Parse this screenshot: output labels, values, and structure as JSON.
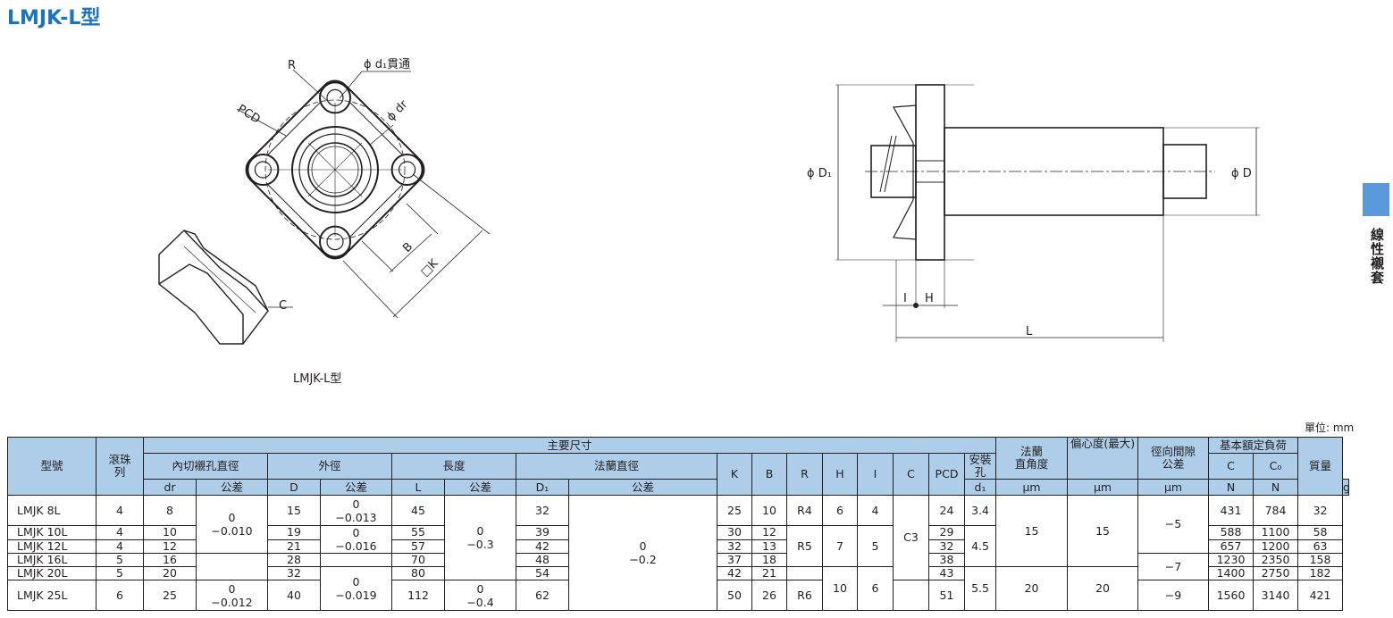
{
  "page": {
    "title": "LMJK-L型",
    "caption": "LMJK-L型",
    "unit": "單位: mm",
    "side_tab": "線性襯套"
  },
  "drawing": {
    "labels": {
      "R": "R",
      "d1": "ϕ d₁貫通",
      "dr": "ϕ dr",
      "pcd": "PCD",
      "B": "B",
      "K": "□K",
      "C": "C",
      "D1": "ϕ D₁",
      "D": "ϕ D",
      "I": "I",
      "H": "H",
      "L": "L"
    }
  },
  "table": {
    "header": {
      "model": "型號",
      "rows_ball": "滾珠列",
      "main_dims": "主要尺寸",
      "flange_perp": "法蘭直角度",
      "eccentric": "偏心度(最大)",
      "radial": "徑向間隙",
      "rated_load": "基本額定負荷",
      "mass": "質量",
      "inscribed": "內切襯孔直徑",
      "outer": "外徑",
      "length": "長度",
      "flange_dia": "法蘭直徑",
      "mount_hole": "安裝孔",
      "tol_sub": "公差",
      "dr": "dr",
      "tol": "公差",
      "D": "D",
      "L": "L",
      "D1": "D₁",
      "K": "K",
      "B": "B",
      "R": "R",
      "H": "H",
      "I": "I",
      "C": "C",
      "PCD": "PCD",
      "d1": "d₁",
      "um1": "μm",
      "um2": "μm",
      "um3": "μm",
      "Cc": "C",
      "C0": "C₀",
      "N1": "N",
      "N2": "N",
      "g": "g"
    },
    "shared": {
      "dr_tol_a_up": "0",
      "dr_tol_a_lo": "−0.010",
      "dr_tol_b_up": "0",
      "dr_tol_b_lo": "−0.012",
      "D_tol_a_up": "0",
      "D_tol_a_lo": "−0.013",
      "D_tol_b_up": "0",
      "D_tol_b_lo": "−0.016",
      "D_tol_c_up": "0",
      "D_tol_c_lo": "−0.019",
      "L_tol_a_up": "0",
      "L_tol_a_lo": "−0.3",
      "L_tol_b_up": "0",
      "L_tol_b_lo": "−0.4",
      "D1_tol_up": "0",
      "D1_tol_lo": "−0.2",
      "R_a": "R4",
      "R_b": "R5",
      "R_c": "R6",
      "H_a": "6",
      "H_b": "7",
      "H_c": "10",
      "I_a": "4",
      "I_b": "5",
      "I_c": "6",
      "C_a": "C3",
      "d1_a": "3.4",
      "d1_b": "4.5",
      "d1_c": "5.5",
      "perp_a": "15",
      "perp_b": "20",
      "ecc_a": "15",
      "ecc_b": "20",
      "rad_a": "−5",
      "rad_b": "−7",
      "rad_c": "−9"
    },
    "rows": [
      {
        "model": "LMJK 8L",
        "ball": "4",
        "dr": "8",
        "D": "15",
        "L": "45",
        "D1": "32",
        "K": "25",
        "B": "10",
        "PCD": "24",
        "Cd": "431",
        "C0": "784",
        "mass": "32"
      },
      {
        "model": "LMJK 10L",
        "ball": "4",
        "dr": "10",
        "D": "19",
        "L": "55",
        "D1": "39",
        "K": "30",
        "B": "12",
        "PCD": "29",
        "Cd": "588",
        "C0": "1100",
        "mass": "58"
      },
      {
        "model": "LMJK 12L",
        "ball": "4",
        "dr": "12",
        "D": "21",
        "L": "57",
        "D1": "42",
        "K": "32",
        "B": "13",
        "PCD": "32",
        "Cd": "657",
        "C0": "1200",
        "mass": "63"
      },
      {
        "model": "LMJK 16L",
        "ball": "5",
        "dr": "16",
        "D": "28",
        "L": "70",
        "D1": "48",
        "K": "37",
        "B": "18",
        "PCD": "38",
        "Cd": "1230",
        "C0": "2350",
        "mass": "158"
      },
      {
        "model": "LMJK 20L",
        "ball": "5",
        "dr": "20",
        "D": "32",
        "L": "80",
        "D1": "54",
        "K": "42",
        "B": "21",
        "PCD": "43",
        "Cd": "1400",
        "C0": "2750",
        "mass": "182"
      },
      {
        "model": "LMJK 25L",
        "ball": "6",
        "dr": "25",
        "D": "40",
        "L": "112",
        "D1": "62",
        "K": "50",
        "B": "26",
        "PCD": "51",
        "Cd": "1560",
        "C0": "3140",
        "mass": "421"
      }
    ]
  }
}
